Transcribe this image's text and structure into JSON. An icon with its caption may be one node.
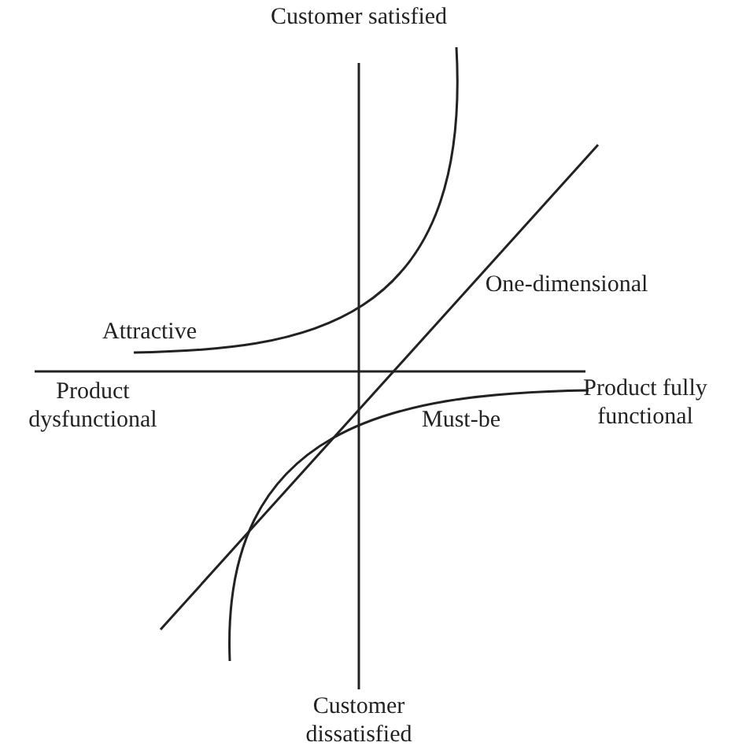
{
  "diagram": {
    "labels": [
      "Customer satisfied",
      "Attractive",
      "One-dimensional",
      "Product dysfunctional",
      "Product fully functional",
      "Must-be",
      "Customer dissatisfied"
    ]
  }
}
